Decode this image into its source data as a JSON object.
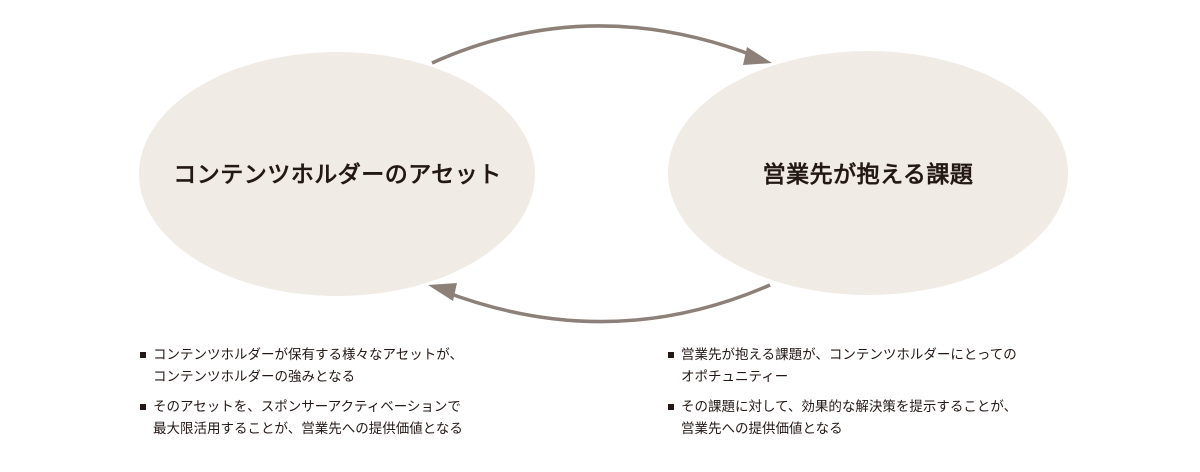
{
  "colors": {
    "ellipse_fill": "#f1ebe6",
    "arrow": "#8c8079",
    "text": "#231815"
  },
  "nodes": {
    "left": {
      "label": "コンテンツホルダーのアセット"
    },
    "right": {
      "label": "営業先が抱える課題"
    }
  },
  "bullets": {
    "left": [
      {
        "line1": "コンテンツホルダーが保有する様々なアセットが、",
        "line2": "コンテンツホルダーの強みとなる"
      },
      {
        "line1": "そのアセットを、スポンサーアクティベーションで",
        "line2": "最大限活用することが、営業先への提供価値となる"
      }
    ],
    "right": [
      {
        "line1": "営業先が抱える課題が、コンテンツホルダーにとっての",
        "line2": "オポチュニティー"
      },
      {
        "line1": "その課題に対して、効果的な解決策を提示することが、",
        "line2": "営業先への提供価値となる"
      }
    ]
  }
}
